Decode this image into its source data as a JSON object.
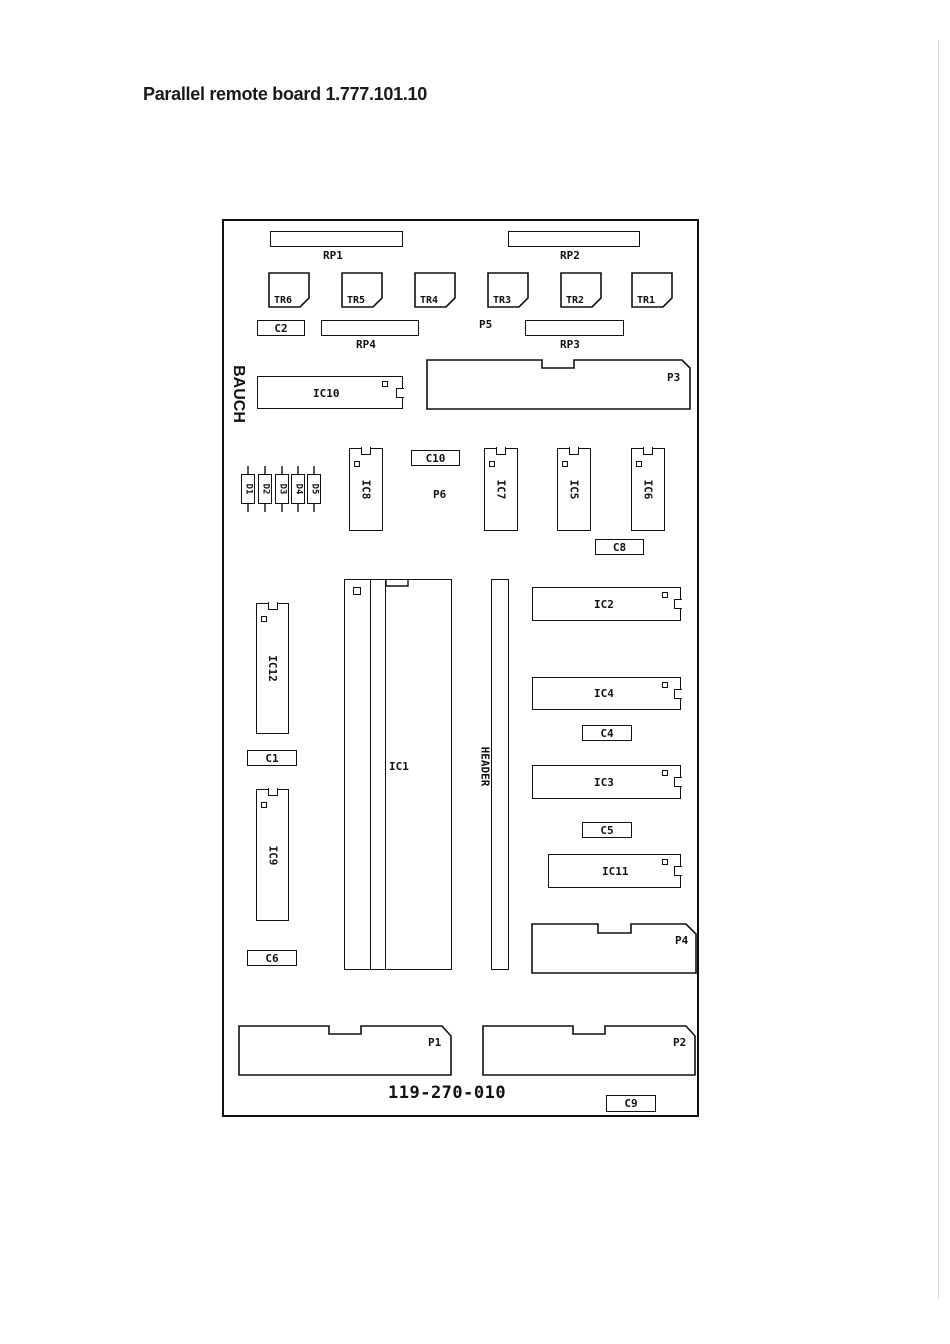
{
  "title": "Parallel remote board  1.777.101.10",
  "board_code": "119-270-010",
  "brand": "BAUCH",
  "resistor_packs": {
    "rp1": "RP1",
    "rp2": "RP2",
    "rp3": "RP3",
    "rp4": "RP4"
  },
  "transistors": {
    "tr1": "TR1",
    "tr2": "TR2",
    "tr3": "TR3",
    "tr4": "TR4",
    "tr5": "TR5",
    "tr6": "TR6"
  },
  "ports": {
    "p1": "P1",
    "p2": "P2",
    "p3": "P3",
    "p4": "P4",
    "p5": "P5",
    "p6": "P6"
  },
  "capacitors": {
    "c1": "C1",
    "c2": "C2",
    "c4": "C4",
    "c5": "C5",
    "c6": "C6",
    "c8": "C8",
    "c9": "C9",
    "c10": "C10"
  },
  "ics": {
    "ic1": "IC1",
    "ic2": "IC2",
    "ic3": "IC3",
    "ic4": "IC4",
    "ic5": "IC5",
    "ic6": "IC6",
    "ic7": "IC7",
    "ic8": "IC8",
    "ic9": "IC9",
    "ic10": "IC10",
    "ic11": "IC11",
    "ic12": "IC12"
  },
  "diodes": {
    "d1": "D1",
    "d2": "D2",
    "d3": "D3",
    "d4": "D4",
    "d5": "D5"
  },
  "header": "HEADER"
}
